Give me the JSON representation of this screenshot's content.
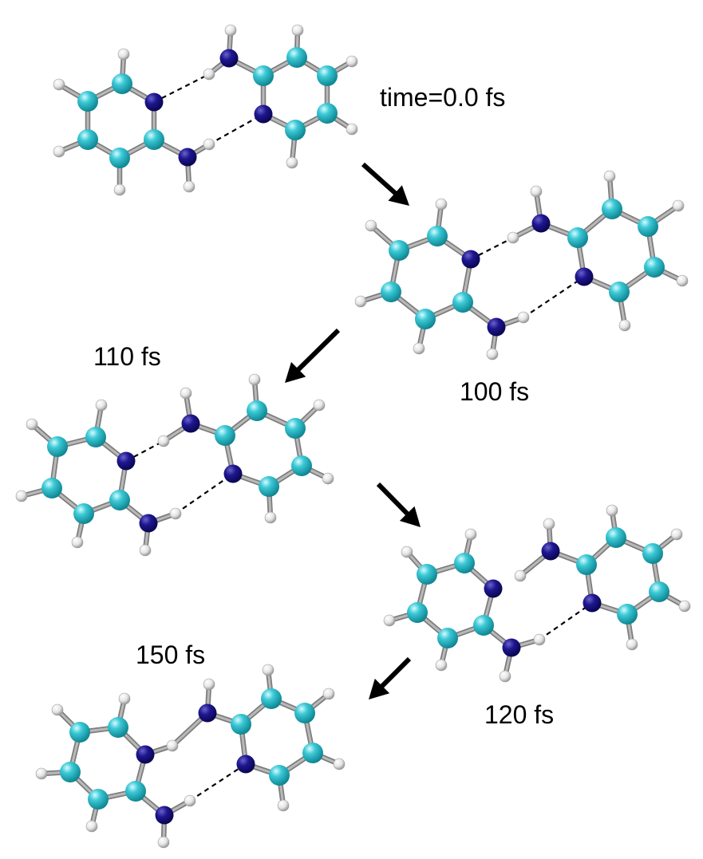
{
  "labels": {
    "t0": "time=0.0 fs",
    "t100": "100 fs",
    "t110": "110 fs",
    "t120": "120 fs",
    "t150": "150 fs"
  },
  "colors": {
    "carbon": "#1ab0bf",
    "nitrogen": "#160c7f",
    "hydrogen": "#e8e8e8",
    "bond": "#9a9a9a",
    "hbond": "#000000",
    "arrow": "#000000"
  }
}
